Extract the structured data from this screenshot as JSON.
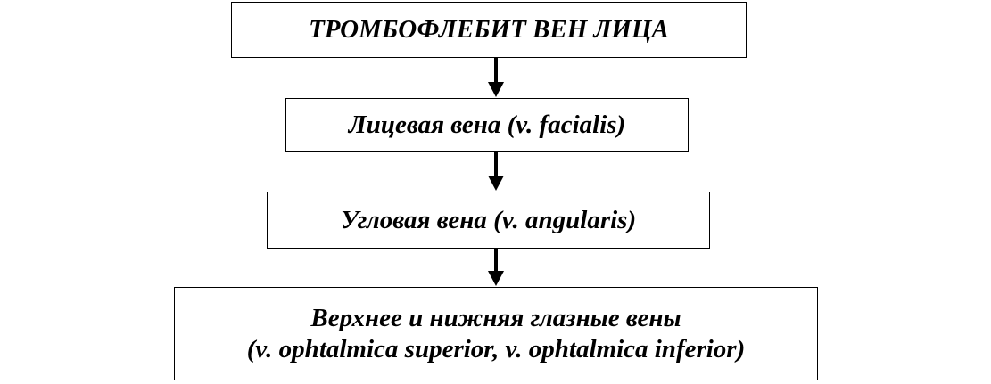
{
  "diagram": {
    "title": "ТРОМБОФЛЕБИТ ВЕН ЛИЦА",
    "steps": [
      {
        "lines": [
          "Лицевая вена (v. facialis)"
        ]
      },
      {
        "lines": [
          "Угловая вена (v. angularis)"
        ]
      },
      {
        "lines": [
          "Верхнее и нижняя глазные вены",
          "(v. ophtalmica superior, v. ophtalmica inferior)"
        ]
      }
    ],
    "colors": {
      "stroke": "#000000",
      "background": "#ffffff",
      "text": "#000000"
    }
  }
}
